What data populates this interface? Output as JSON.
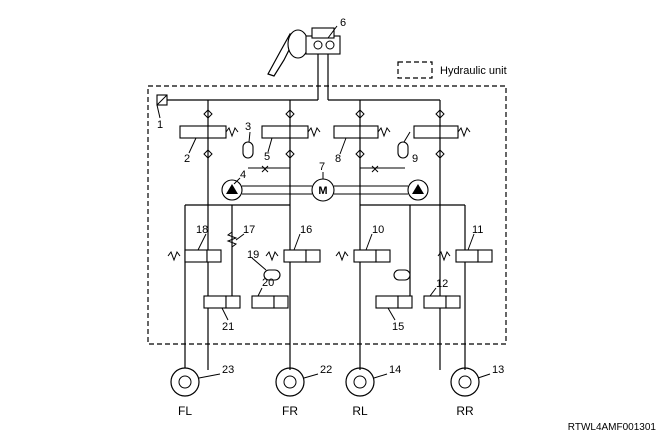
{
  "legend": {
    "label": "Hydraulic unit"
  },
  "motor": {
    "letter": "M"
  },
  "callouts": [
    "1",
    "2",
    "3",
    "4",
    "5",
    "6",
    "7",
    "8",
    "9",
    "10",
    "11",
    "12",
    "13",
    "14",
    "15",
    "16",
    "17",
    "18",
    "19",
    "20",
    "21",
    "22",
    "23"
  ],
  "wheels": {
    "fl": "FL",
    "fr": "FR",
    "rl": "RL",
    "rr": "RR"
  },
  "figure_code": "RTWL4AMF001301"
}
